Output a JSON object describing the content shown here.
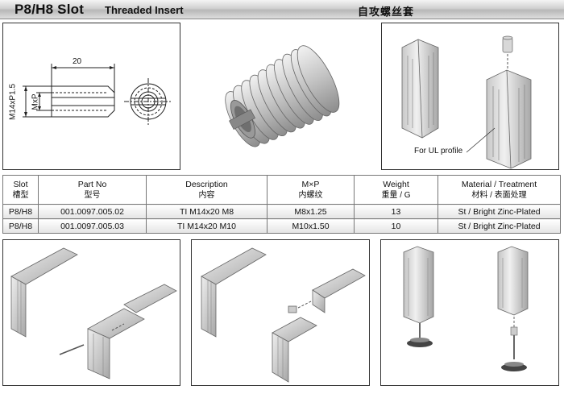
{
  "header": {
    "slot": "P8/H8  Slot",
    "title": "Threaded Insert",
    "title_cn": "自攻螺丝套"
  },
  "drawing": {
    "length_dim": "20",
    "outer_dim": "M14xP1.5",
    "inner_dim": "MxP"
  },
  "assembly_label": "For UL profile",
  "table": {
    "headers": [
      {
        "en": "Slot",
        "cn": "槽型"
      },
      {
        "en": "Part No",
        "cn": "型号"
      },
      {
        "en": "Description",
        "cn": "内容"
      },
      {
        "en": "M×P",
        "cn": "内螺纹"
      },
      {
        "en": "Weight",
        "cn": "重量 / G"
      },
      {
        "en": "Material / Treatment",
        "cn": "材料 / 表面处理"
      }
    ],
    "rows": [
      [
        "P8/H8",
        "001.0097.005.02",
        "TI M14x20 M8",
        "M8x1.25",
        "13",
        "St / Bright Zinc-Plated"
      ],
      [
        "P8/H8",
        "001.0097.005.03",
        "TI M14x20 M10",
        "M10x1.50",
        "10",
        "St / Bright Zinc-Plated"
      ]
    ]
  },
  "colors": {
    "metal_light": "#e6e6e6",
    "metal_mid": "#b8b8b8",
    "metal_dark": "#7a7a7a",
    "header_band": "#c4c4c4"
  }
}
